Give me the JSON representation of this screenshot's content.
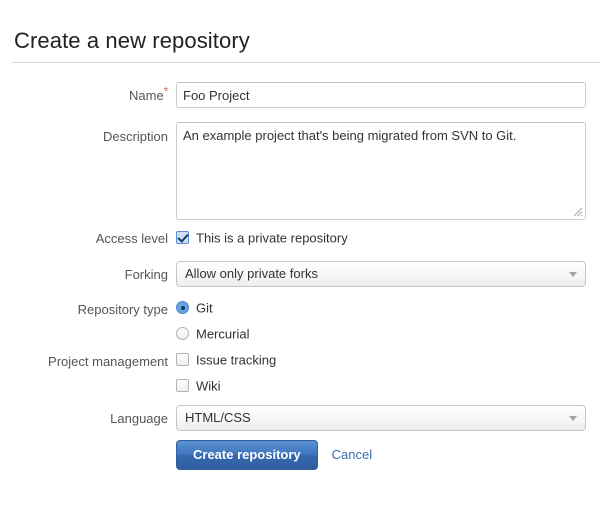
{
  "header": {
    "title": "Create a new repository"
  },
  "form": {
    "name": {
      "label": "Name",
      "required_marker": "*",
      "value": "Foo Project"
    },
    "description": {
      "label": "Description",
      "value": "An example project that's being migrated from SVN to Git."
    },
    "access_level": {
      "label": "Access level",
      "checkbox_label": "This is a private repository",
      "checked": true
    },
    "forking": {
      "label": "Forking",
      "selected": "Allow only private forks"
    },
    "repository_type": {
      "label": "Repository type",
      "options": [
        {
          "label": "Git",
          "selected": true
        },
        {
          "label": "Mercurial",
          "selected": false
        }
      ]
    },
    "project_management": {
      "label": "Project management",
      "options": [
        {
          "label": "Issue tracking",
          "checked": false
        },
        {
          "label": "Wiki",
          "checked": false
        }
      ]
    },
    "language": {
      "label": "Language",
      "selected": "HTML/CSS"
    }
  },
  "actions": {
    "submit_label": "Create repository",
    "cancel_label": "Cancel"
  },
  "colors": {
    "accent_blue": "#3c73bb",
    "link_blue": "#3c6fb5",
    "required_red": "#e8543f",
    "label_gray": "#555555"
  }
}
